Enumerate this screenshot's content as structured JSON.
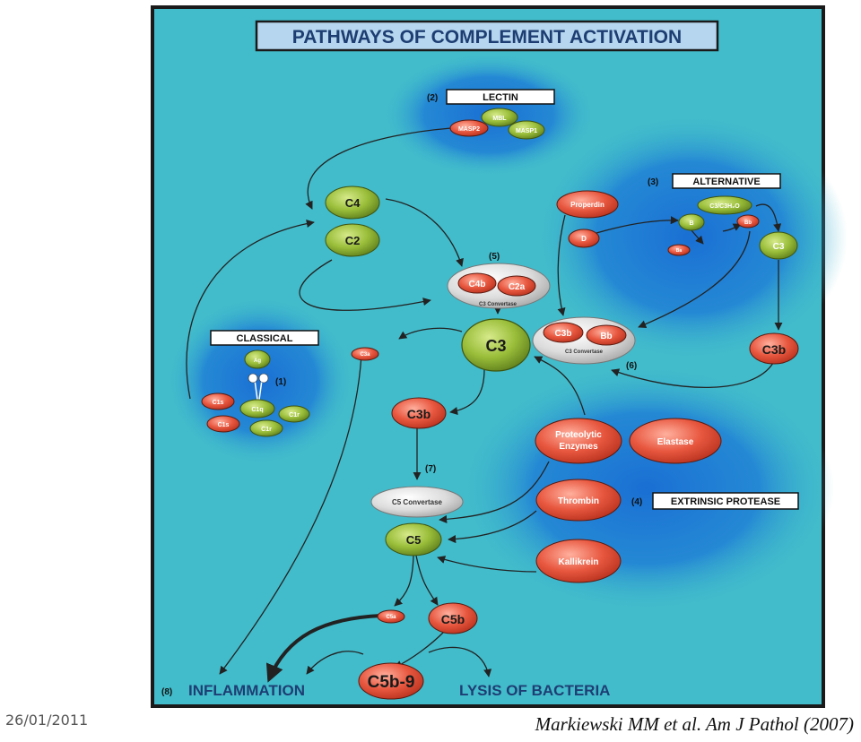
{
  "title": "PATHWAYS OF COMPLEMENT ACTIVATION",
  "slide_date": "26/01/2011",
  "citation": "Markiewski MM et al. Am J Pathol (2007)",
  "colors": {
    "panel": "#42bccb",
    "glow": "#1f7fd6",
    "green": "#9abe3a",
    "red": "#e8573f",
    "gray": "#d9d9d9",
    "title_box": "#b5d6ee"
  },
  "pathways": {
    "lectin": {
      "number": "(2)",
      "label": "LECTIN",
      "mbl": "MBL",
      "masp2": "MASP2",
      "masp1": "MASP1"
    },
    "alternative": {
      "number": "(3)",
      "label": "ALTERNATIVE",
      "properdin": "Properdin",
      "d": "D",
      "c3h2o": "C3/C3H₂O",
      "b": "B",
      "bb": "Bb",
      "ba": "Ba",
      "c3": "C3"
    },
    "classical": {
      "label": "CLASSICAL",
      "number": "(1)",
      "ag": "Ag",
      "c1q": "C1q",
      "c1r_top": "C1r",
      "c1r_bottom": "C1r",
      "c1s_top": "C1s",
      "c1s_bottom": "C1s"
    },
    "extrinsic": {
      "number": "(4)",
      "label": "EXTRINSIC PROTEASE",
      "proteolytic_1": "Proteolytic",
      "proteolytic_2": "Enzymes",
      "elastase": "Elastase",
      "thrombin": "Thrombin",
      "kallikrein": "Kallikrein"
    }
  },
  "nodes": {
    "c4": "C4",
    "c2": "C2",
    "step5": "(5)",
    "c4b": "C4b",
    "c2a": "C2a",
    "c3_convertase_classical": "C3 Convertase",
    "c3": "C3",
    "c3a": "C3a",
    "c3b_alt_part": "C3b",
    "bb_convertase": "Bb",
    "c3_convertase_alt": "C3 Convertase",
    "step6": "(6)",
    "c3b_right": "C3b",
    "c3b_center": "C3b",
    "step7": "(7)",
    "c5_convertase": "C5 Convertase",
    "c5": "C5",
    "c5a": "C5a",
    "c5b": "C5b",
    "c5b9": "C5b-9"
  },
  "outcomes": {
    "step8": "(8)",
    "inflammation": "INFLAMMATION",
    "lysis": "LYSIS OF BACTERIA"
  }
}
